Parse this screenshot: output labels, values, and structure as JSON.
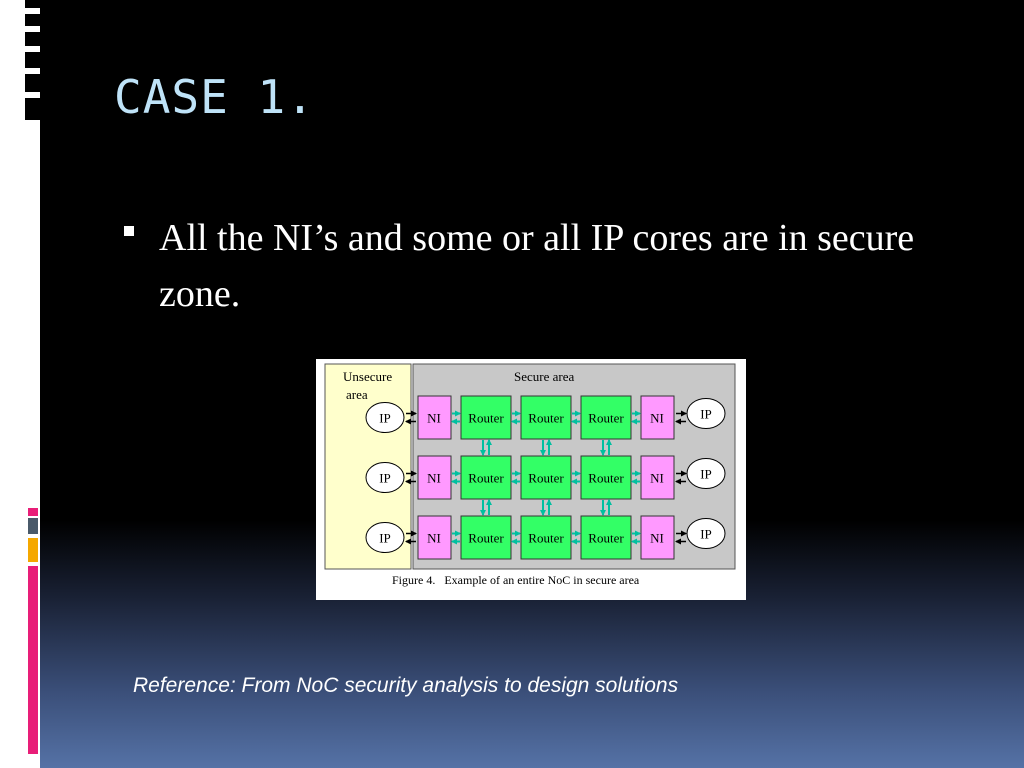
{
  "slide": {
    "title": "CASE 1.",
    "bullet_text": "All the NI’s and some or all IP cores are in secure zone.",
    "reference": "Reference: From NoC security analysis to design solutions"
  },
  "figure": {
    "unsecure_label_line1": "Unsecure",
    "unsecure_label_line2": "area",
    "secure_label": "Secure area",
    "caption": "Figure 4.   Example of an entire NoC in secure area",
    "ip_label": "IP",
    "ni_label": "NI",
    "router_label": "Router",
    "rows": 3,
    "routers_per_row": 3
  },
  "colors": {
    "title": "#bfe3f8",
    "router_fill": "#33ff66",
    "ni_fill": "#ff99ff",
    "unsecure_fill": "#ffffcc",
    "secure_fill": "#c8c8c8",
    "arrow_teal": "#00c0a0",
    "accent_pink": "#e81e78",
    "accent_orange": "#f5a800"
  }
}
